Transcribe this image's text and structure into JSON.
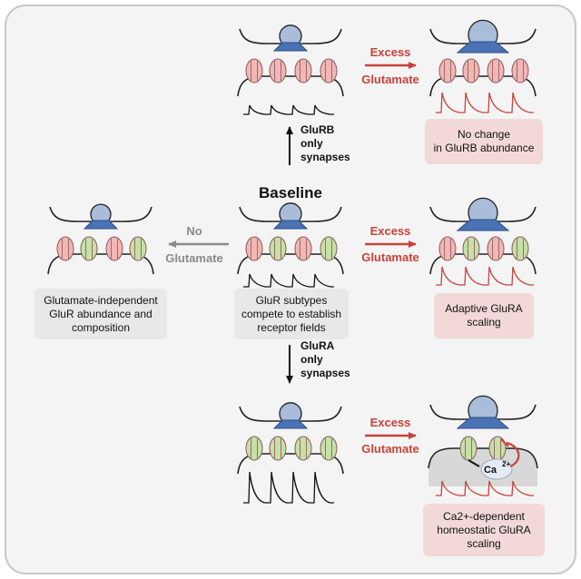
{
  "baseline": {
    "title": "Baseline",
    "caption": [
      "GluR subtypes",
      "compete to establish",
      "receptor fields"
    ]
  },
  "glurb_branch": {
    "label": [
      "GluRB",
      "only",
      "synapses"
    ],
    "excess": [
      "Excess",
      "Glutamate"
    ],
    "outcome": [
      "No change",
      "in GluRB abundance"
    ]
  },
  "no_glutamate": {
    "arrow_label": [
      "No",
      "Glutamate"
    ],
    "caption": [
      "Glutamate-independent",
      "GluR abundance and",
      "composition"
    ]
  },
  "excess_middle": {
    "excess": [
      "Excess",
      "Glutamate"
    ],
    "outcome": [
      "Adaptive GluRA",
      "scaling"
    ]
  },
  "glura_branch": {
    "label": [
      "GluRA",
      "only",
      "synapses"
    ],
    "excess": [
      "Excess",
      "Glutamate"
    ],
    "calcium_label": "Ca",
    "calcium_sup": "2+",
    "outcome": [
      "Ca2+-dependent",
      "homeostatic GluRA",
      "scaling"
    ]
  },
  "colors": {
    "red": "#c8423a",
    "gray_arrow": "#8a8a8a",
    "pink_box": "#f2d9d8",
    "gray_box": "#e8e8e8",
    "presyn_fill": "#a9bcd9",
    "pink_receptor": "#f2b6b6",
    "green_receptor": "#c6e0a8"
  }
}
